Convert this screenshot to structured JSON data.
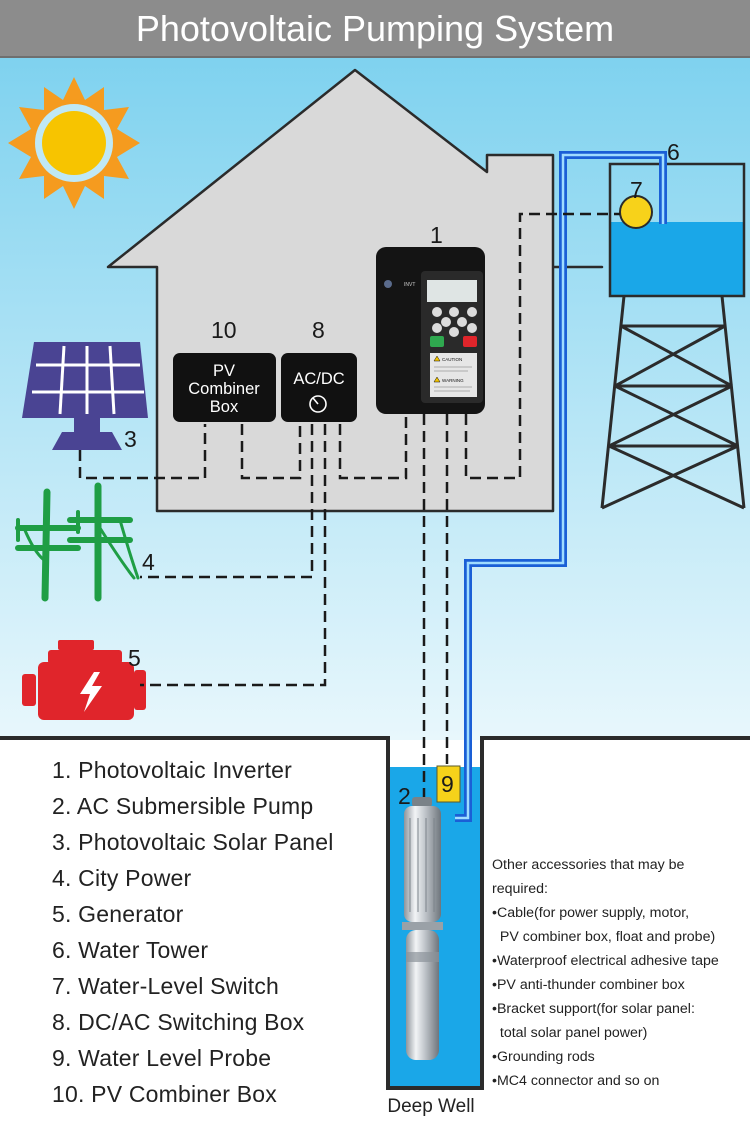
{
  "title": "Photovoltaic Pumping System",
  "numbers": {
    "n1": "1",
    "n2": "2",
    "n3": "3",
    "n4": "4",
    "n5": "5",
    "n6": "6",
    "n7": "7",
    "n8": "8",
    "n9": "9",
    "n10": "10"
  },
  "pv_combiner_box": {
    "line1": "PV",
    "line2": "Combiner",
    "line3": "Box"
  },
  "acdc_box": {
    "label": "AC/DC"
  },
  "inverter": {
    "brand": "INVT",
    "caution": "CAUTION",
    "warning": "WARNING"
  },
  "legend": [
    "1. Photovoltaic Inverter",
    "2. AC Submersible Pump",
    "3. Photovoltaic Solar Panel",
    "4. City Power",
    "5. Generator",
    "6. Water Tower",
    "7. Water-Level Switch",
    "8. DC/AC Switching Box",
    "9. Water Level Probe",
    "10. PV Combiner Box"
  ],
  "accessories": {
    "title_line1": "Other accessories that may be",
    "title_line2": "required:",
    "items": [
      "•Cable(for power supply, motor,",
      "  PV combiner box, float and probe)",
      "•Waterproof electrical adhesive tape",
      "•PV anti-thunder combiner box",
      "•Bracket support(for solar panel:",
      "  total solar panel power)",
      "•Grounding rods",
      "•MC4 connector and so on"
    ]
  },
  "well_label": "Deep Well",
  "colors": {
    "sky": "#bfe8f5",
    "house": "#d9d9d9",
    "sun": "#f7c400",
    "sun_rays": "#f59b1f",
    "solar_panel": "#4a4493",
    "city_power": "#1f9e45",
    "generator": "#e0252b",
    "water": "#1aa7e8",
    "probe": "#f6d21a"
  }
}
